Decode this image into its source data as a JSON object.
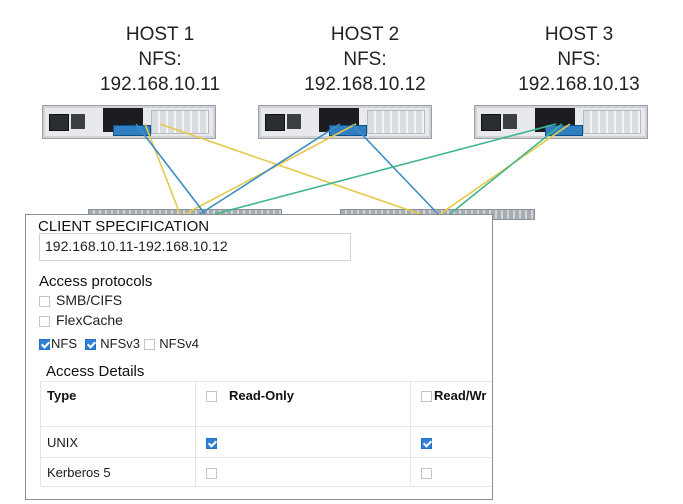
{
  "hosts": [
    {
      "title": "HOST 1",
      "nfs_label": "NFS:",
      "ip": "192.168.10.11"
    },
    {
      "title": "HOST 2",
      "nfs_label": "NFS:",
      "ip": "192.168.10.12"
    },
    {
      "title": "HOST 3",
      "nfs_label": "NFS:",
      "ip": "192.168.10.13"
    }
  ],
  "cable_colors": {
    "yellow": "#e5c94a",
    "blue": "#3b8cc4",
    "green": "#3fb58c"
  },
  "panel": {
    "client_spec_title": "CLIENT SPECIFICATION",
    "client_spec_value": "192.168.10.11-192.168.10.12",
    "access_protocols_title": "Access protocols",
    "protocols": [
      {
        "label": "SMB/CIFS",
        "checked": false
      },
      {
        "label": "FlexCache",
        "checked": false
      }
    ],
    "inline_protocols": [
      {
        "label": "NFS",
        "checked": true
      },
      {
        "label": "NFSv3",
        "checked": true
      },
      {
        "label": "NFSv4",
        "checked": false
      }
    ],
    "access_details_title": "Access Details",
    "table": {
      "headers": [
        "Type",
        "Read-Only",
        "Read/Wr"
      ],
      "rows": [
        {
          "type": "UNIX",
          "read_only": true,
          "read_write": true
        },
        {
          "type": "Kerberos 5",
          "read_only": false,
          "read_write": false
        }
      ]
    }
  }
}
